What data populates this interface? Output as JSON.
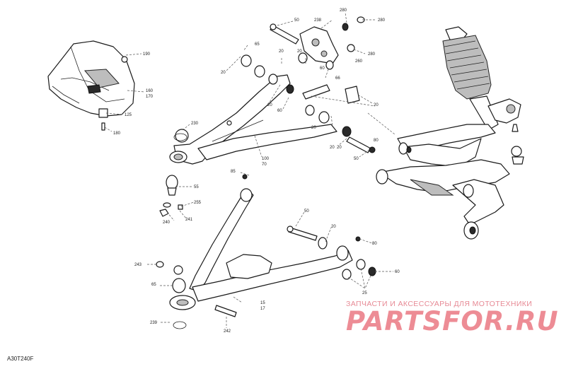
{
  "figure": {
    "reference_code": "A30T240F"
  },
  "watermark": {
    "tagline": "ЗАПЧАСТИ И АКСЕССУАРЫ ДЛЯ МОТОТЕХНИКИ",
    "brand": "PARTSFOR.RU",
    "brand_color": "#e0303f"
  },
  "callouts": [
    "50",
    "238",
    "280",
    "280",
    "65",
    "20",
    "20",
    "20",
    "60",
    "260",
    "280",
    "66",
    "20",
    "60",
    "20",
    "20",
    "20",
    "80",
    "190",
    "160",
    "170",
    "125",
    "180",
    "230",
    "100",
    "70",
    "20",
    "50",
    "85",
    "55",
    "255",
    "240",
    "241",
    "50",
    "20",
    "80",
    "243",
    "65",
    "60",
    "15",
    "17",
    "239",
    "242",
    "25"
  ]
}
